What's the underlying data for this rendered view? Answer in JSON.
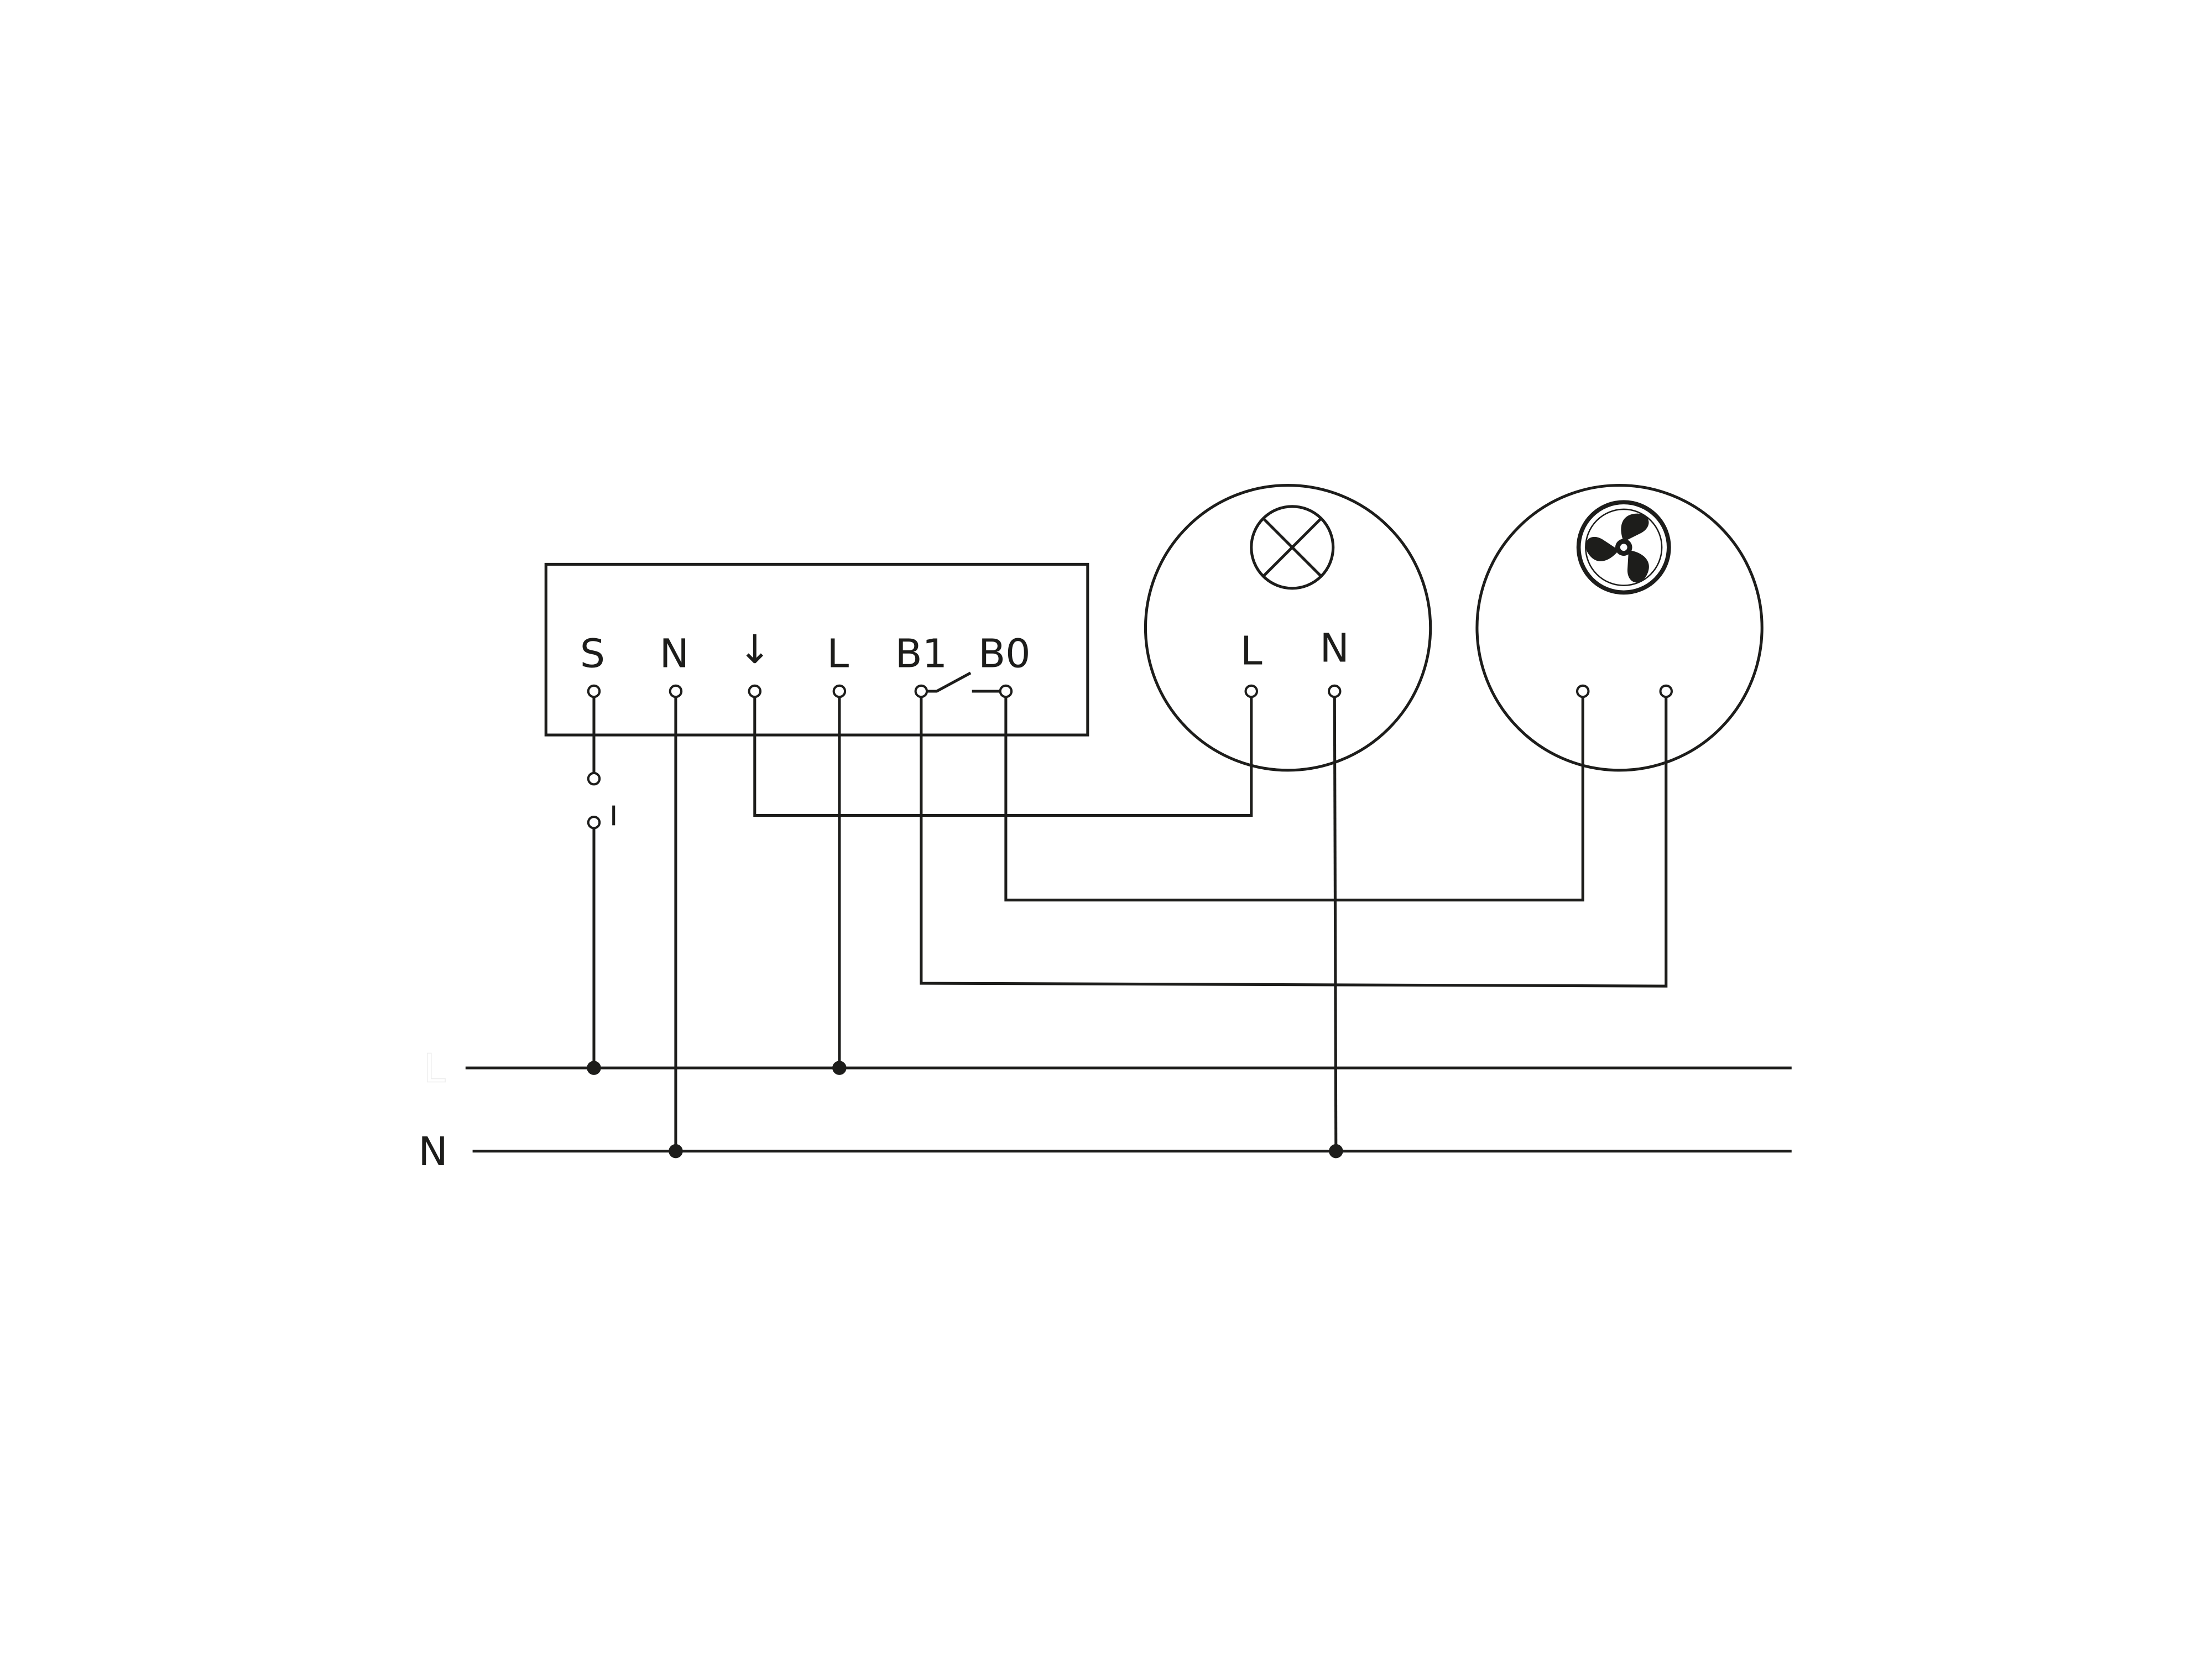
{
  "diagram": {
    "controller": {
      "terminals": [
        "S",
        "N",
        "↓",
        "L",
        "B1",
        "B0"
      ]
    },
    "lamp": {
      "icon": "lamp-cross-icon",
      "terminals": [
        "L",
        "N"
      ]
    },
    "fan": {
      "icon": "fan-icon"
    },
    "bus": {
      "line_label": "L",
      "neutral_label": "N"
    },
    "colors": {
      "line": "#1d1d1b",
      "background": "#ffffff"
    }
  }
}
